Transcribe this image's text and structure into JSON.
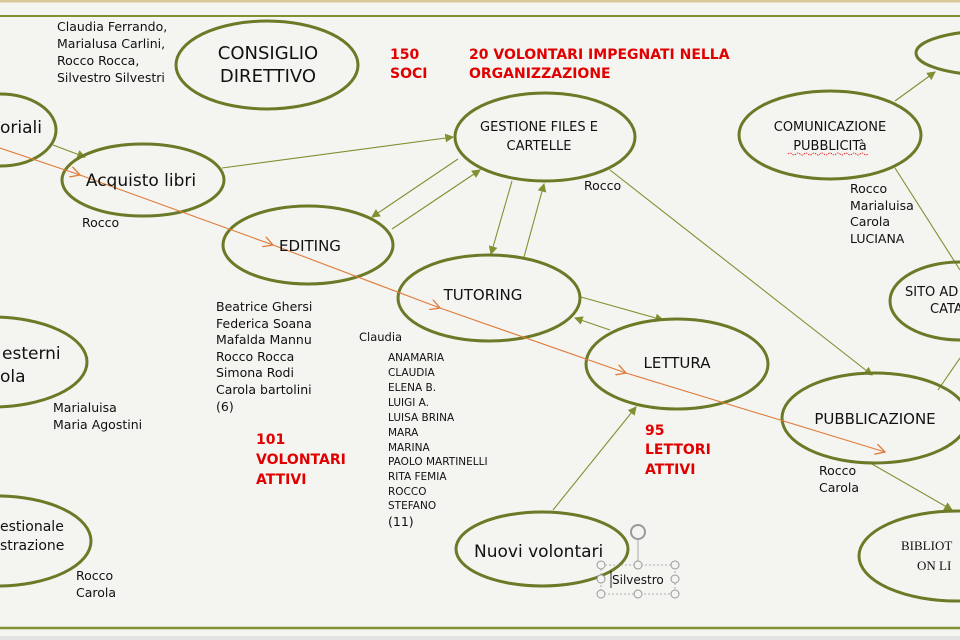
{
  "colors": {
    "accent_green": "#6b7a26",
    "stat_red": "#e00000",
    "flow_orange": "#e07b39"
  },
  "nodes": {
    "consiglio": [
      "CONSIGLIO",
      "DIRETTIVO"
    ],
    "left_top": "oriali",
    "acquisto": "Acquisto libri",
    "editing": "EDITING",
    "gestione": [
      "GESTIONE FILES E",
      "CARTELLE"
    ],
    "tutoring": "TUTORING",
    "lettura": "LETTURA",
    "comunicazione": [
      "COMUNICAZIONE",
      "PUBBLICITà"
    ],
    "sito": [
      "SITO AD",
      "CATA"
    ],
    "pubblicazione": "PUBBLICAZIONE",
    "biblioteca": [
      "BIBLIOT",
      "ON LI"
    ],
    "nuovi": "Nuovi volontari",
    "esterni": [
      "esterni",
      "ola"
    ],
    "gestionale": [
      "estionale",
      "strazione"
    ]
  },
  "people": {
    "consiglio": [
      "Claudia Ferrando,",
      "Marialusa Carlini,",
      "Rocco Rocca,",
      "Silvestro Silvestri"
    ],
    "acquisto": [
      "Rocco"
    ],
    "gestione": [
      "Rocco"
    ],
    "comunicazione": [
      "Rocco",
      "Marialuisa",
      "Carola",
      "LUCIANA"
    ],
    "editing": [
      "Beatrice Ghersi",
      "Federica Soana",
      "Mafalda Mannu",
      "Rocco Rocca",
      "Simona Rodi",
      "Carola bartolini",
      "(6)"
    ],
    "tutoring_head": "Claudia",
    "tutoring": [
      "ANAMARIA",
      "CLAUDIA",
      "ELENA B.",
      "LUIGI A.",
      "LUISA BRINA",
      "MARA",
      "MARINA",
      "PAOLO MARTINELLI",
      "RITA FEMIA",
      "ROCCO",
      "STEFANO",
      "(11)"
    ],
    "esterni": [
      "Marialuisa",
      "Maria Agostini"
    ],
    "gestionale": [
      "Rocco",
      "Carola"
    ],
    "pubblicazione": [
      "Rocco",
      "Carola"
    ],
    "nuovi_textbox": "Silvestro"
  },
  "stats": {
    "soci": [
      "150",
      "SOCI"
    ],
    "volontari_org": [
      "20 VOLONTARI IMPEGNATI NELLA",
      "ORGANIZZAZIONE"
    ],
    "volontari_attivi": [
      "101",
      "VOLONTARI",
      "ATTIVI"
    ],
    "lettori": [
      "95",
      "LETTORI",
      "ATTIVI"
    ]
  }
}
